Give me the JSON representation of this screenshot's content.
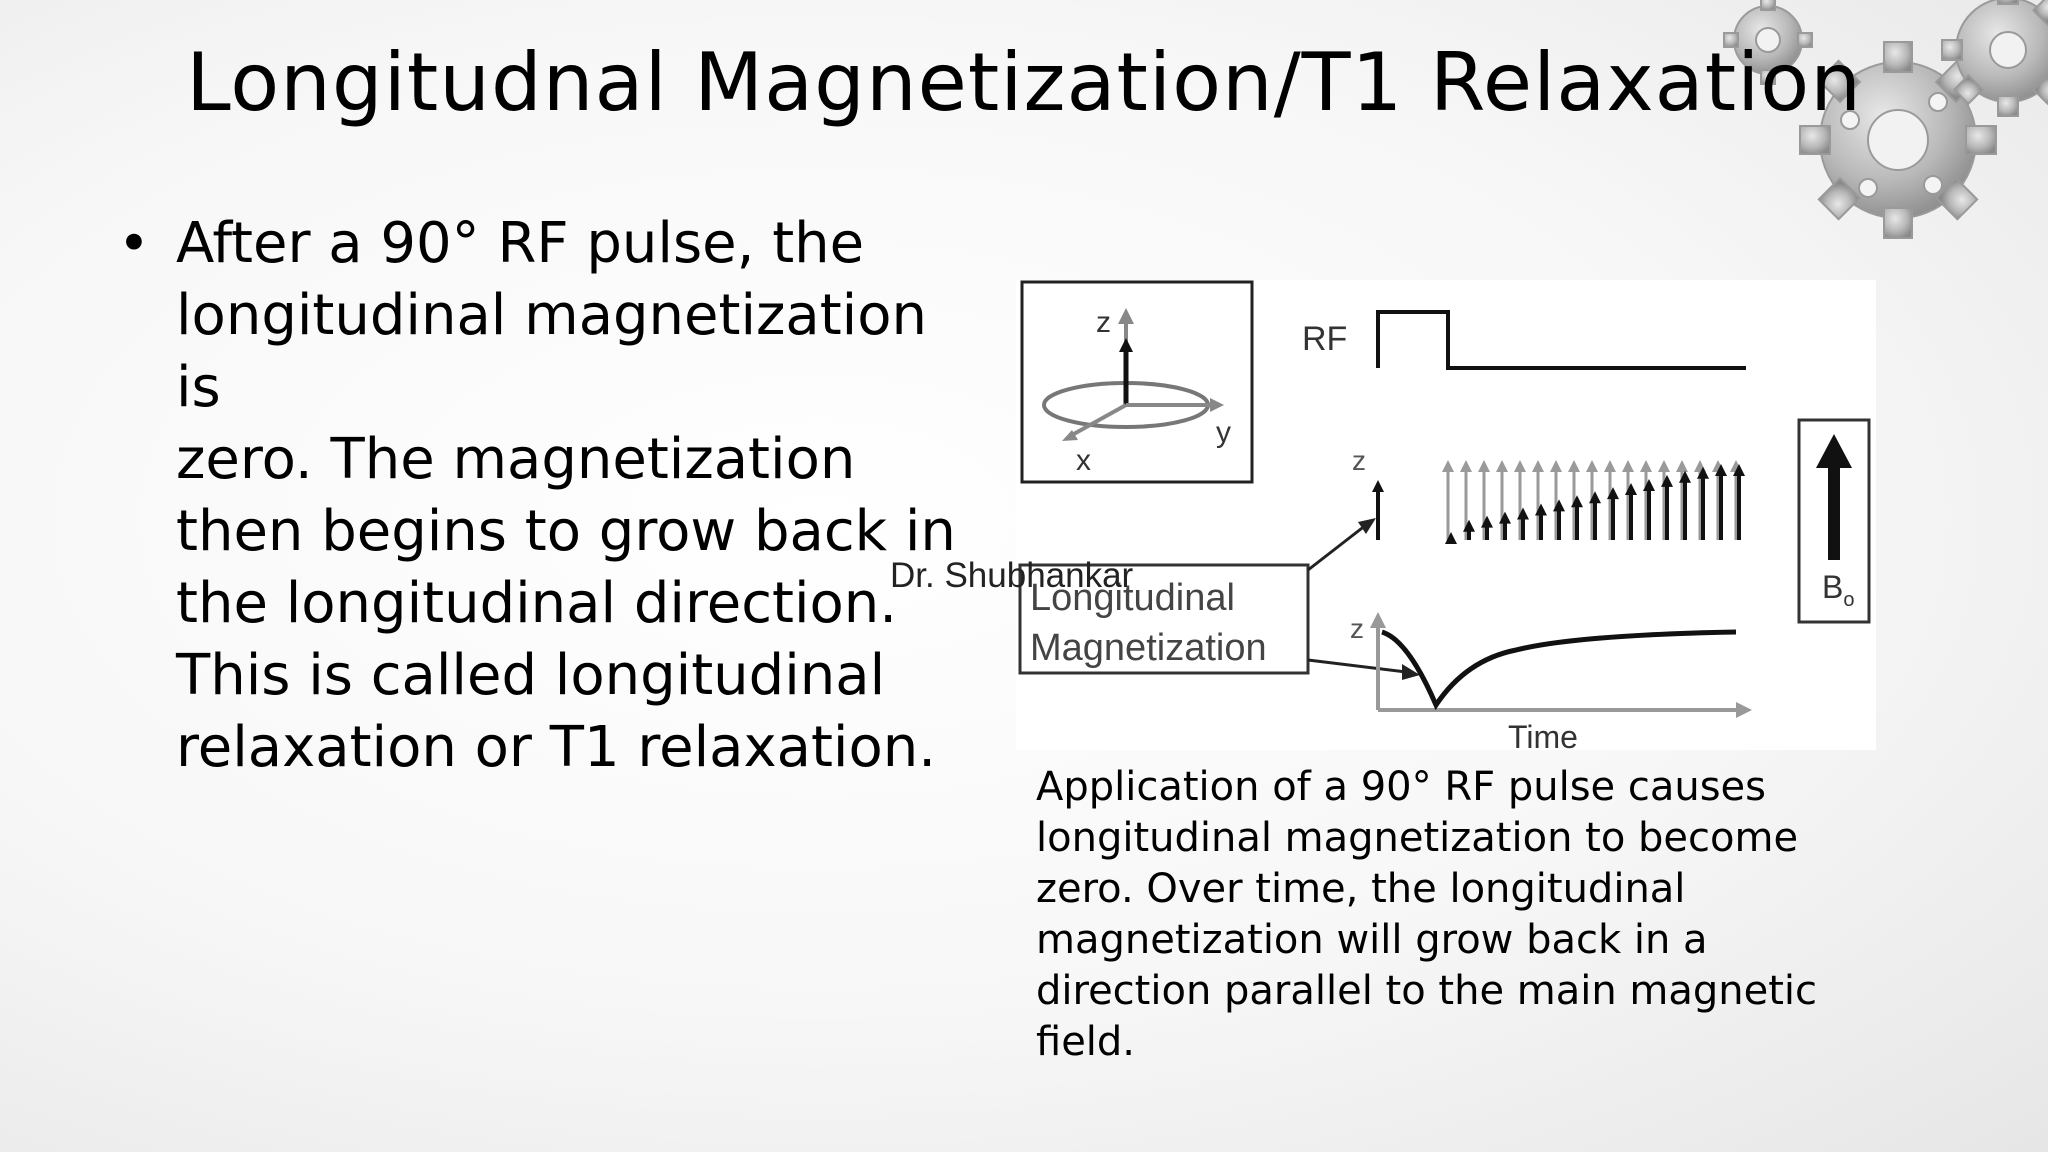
{
  "slide": {
    "title": "Longitudnal Magnetization/T1 Relaxation",
    "bullet": "After a 90° RF pulse, the\nlongitudinal magnetization is\nzero. The magnetization\nthen begins to grow back in\nthe longitudinal direction.\nThis is called longitudinal\nrelaxation or T1 relaxation.",
    "watermark": "Dr. Shubhankar",
    "caption": "Application of a 90° RF pulse causes\nlongitudinal magnetization to become\nzero. Over time, the longitudinal\nmagnetization will grow back in a\ndirection parallel to the main magnetic\nfield."
  },
  "figure": {
    "axis_z": "z",
    "axis_x": "x",
    "axis_y": "y",
    "rf_label": "RF",
    "row_z_label": "z",
    "curve_z_label": "z",
    "longitudinal_label_line1": "Longitudinal",
    "longitudinal_label_line2": "Magnetization",
    "time_label": "Time",
    "b0_label": "B",
    "b0_sub": "o"
  },
  "icons": [
    "gears-decoration-icon",
    "field-arrow-icon"
  ]
}
